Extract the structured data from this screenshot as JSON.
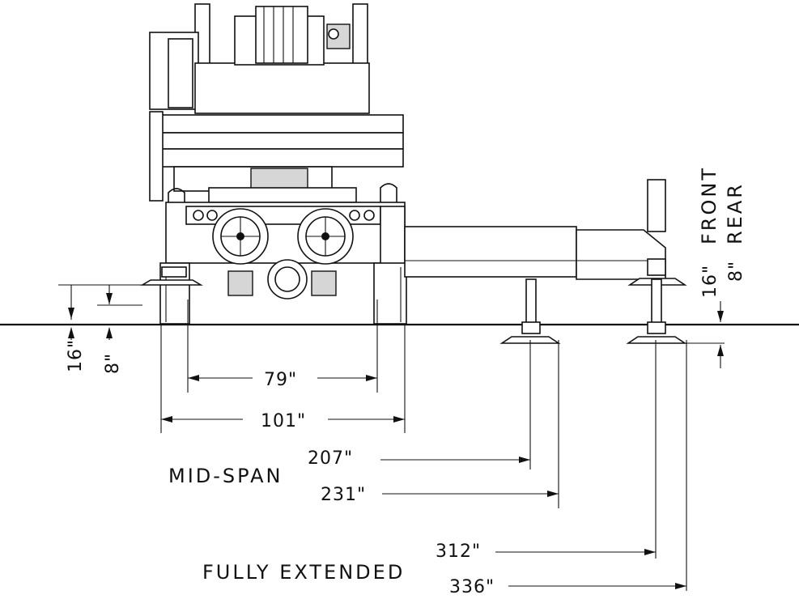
{
  "drawing": {
    "top_dims": {
      "front_height": "16\"",
      "rear_height": "8\""
    },
    "side_dims": {
      "front_height": "16\"",
      "rear_height": "8\""
    },
    "side_labels": {
      "front": "FRONT",
      "rear": "REAR"
    },
    "widths": {
      "wheel_track": "79\"",
      "overall": "101\""
    },
    "mid_span": {
      "label": "MID-SPAN",
      "rear": "207\"",
      "front": "231\""
    },
    "fully_extended": {
      "label": "FULLY EXTENDED",
      "rear": "312\"",
      "front": "336\""
    }
  }
}
